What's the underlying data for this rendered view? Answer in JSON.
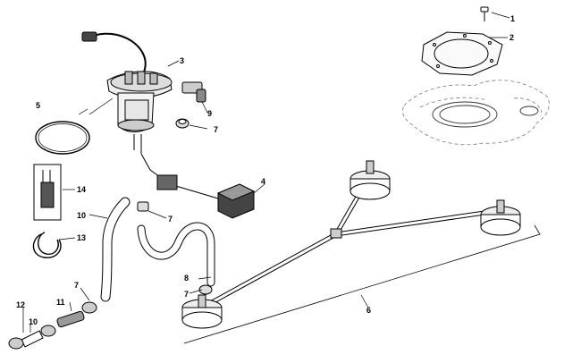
{
  "diagram": {
    "callouts": [
      {
        "id": "c1",
        "label": "1"
      },
      {
        "id": "c2",
        "label": "2"
      },
      {
        "id": "c3",
        "label": "3"
      },
      {
        "id": "c4",
        "label": "4"
      },
      {
        "id": "c5",
        "label": "5"
      },
      {
        "id": "c6",
        "label": "6"
      },
      {
        "id": "c7a",
        "label": "7"
      },
      {
        "id": "c7b",
        "label": "7"
      },
      {
        "id": "c7c",
        "label": "7"
      },
      {
        "id": "c7d",
        "label": "7"
      },
      {
        "id": "c8",
        "label": "8"
      },
      {
        "id": "c9",
        "label": "9"
      },
      {
        "id": "c10a",
        "label": "10"
      },
      {
        "id": "c10b",
        "label": "10"
      },
      {
        "id": "c11",
        "label": "11"
      },
      {
        "id": "c12",
        "label": "12"
      },
      {
        "id": "c13",
        "label": "13"
      },
      {
        "id": "c14",
        "label": "14"
      }
    ]
  }
}
